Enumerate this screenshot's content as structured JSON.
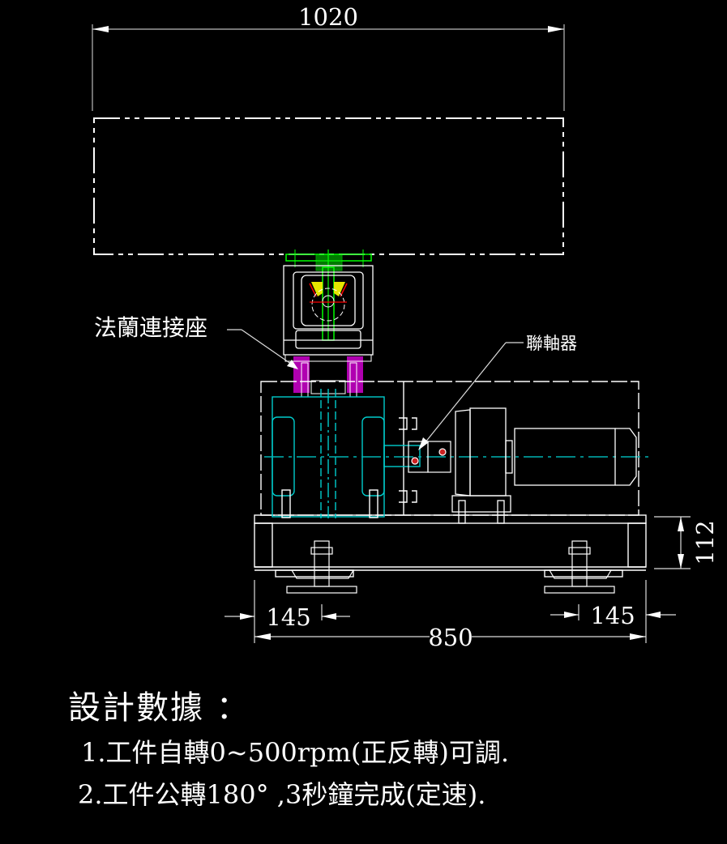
{
  "drawing": {
    "background": "#000000",
    "colors": {
      "outline": "#ffffff",
      "centerline": "#00b3b3",
      "reducer": "#00ffff",
      "turntable": "#00ff00",
      "flange": "#cc00cc",
      "gear": "#e6e600",
      "marker": "#ff0000"
    }
  },
  "dimensions": {
    "top_width": "1020",
    "base_width": "850",
    "left_offset": "145",
    "right_offset": "145",
    "base_height": "112"
  },
  "callouts": {
    "flange_seat": "法蘭連接座",
    "coupling": "聯軸器"
  },
  "notes": {
    "title": "設計數據 ：",
    "items": [
      "1.工件自轉0~500rpm(正反轉)可調.",
      "2.工件公轉180° ,3秒鐘完成(定速)."
    ]
  }
}
